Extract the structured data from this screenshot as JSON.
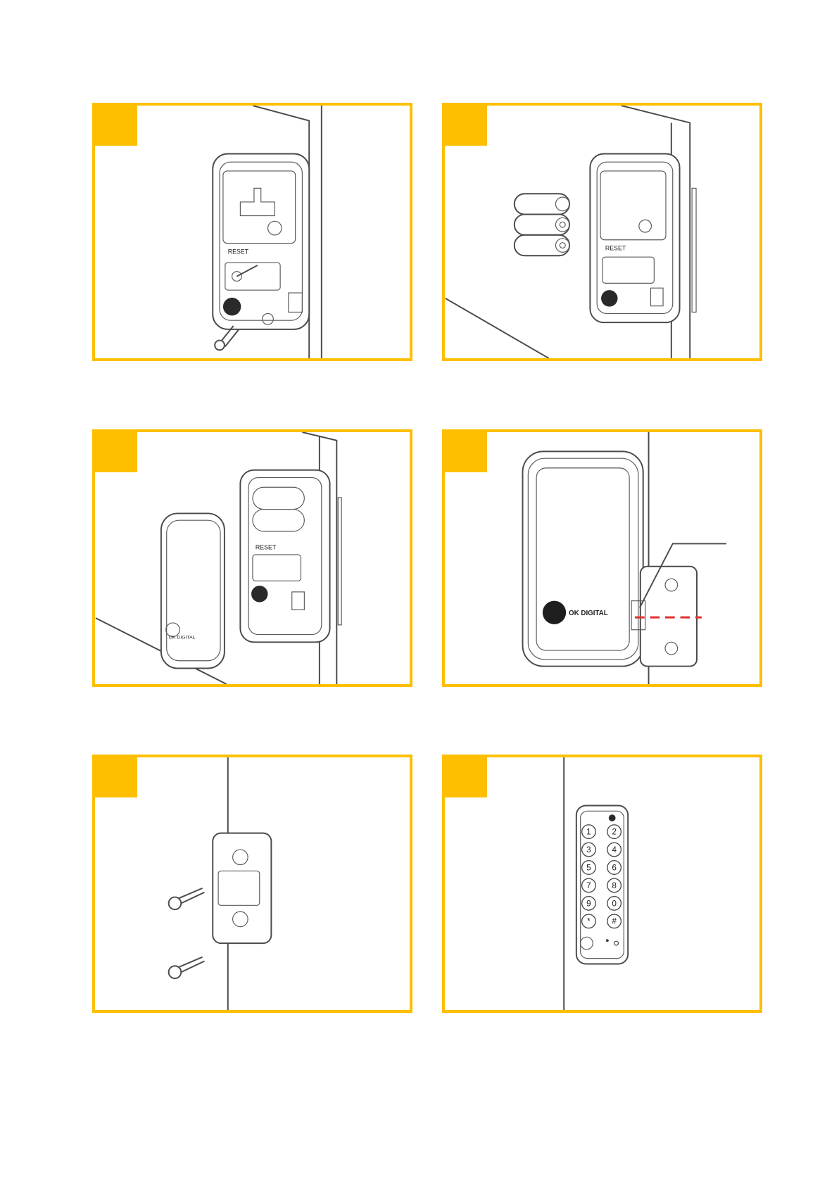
{
  "accent_color": "#fdbf00",
  "panels": [
    {
      "id": "step-1",
      "device_labels": {
        "reset": "RESET"
      }
    },
    {
      "id": "step-2",
      "device_labels": {
        "reset": "RESET"
      }
    },
    {
      "id": "step-3",
      "device_labels": {
        "reset": "RESET",
        "brand": "OK DIGITAL"
      }
    },
    {
      "id": "step-4",
      "device_labels": {
        "brand": "OK DIGITAL"
      }
    },
    {
      "id": "step-5"
    },
    {
      "id": "step-6",
      "keypad_keys": [
        "1",
        "2",
        "3",
        "4",
        "5",
        "6",
        "7",
        "8",
        "9",
        "0",
        "*",
        "#"
      ]
    }
  ]
}
